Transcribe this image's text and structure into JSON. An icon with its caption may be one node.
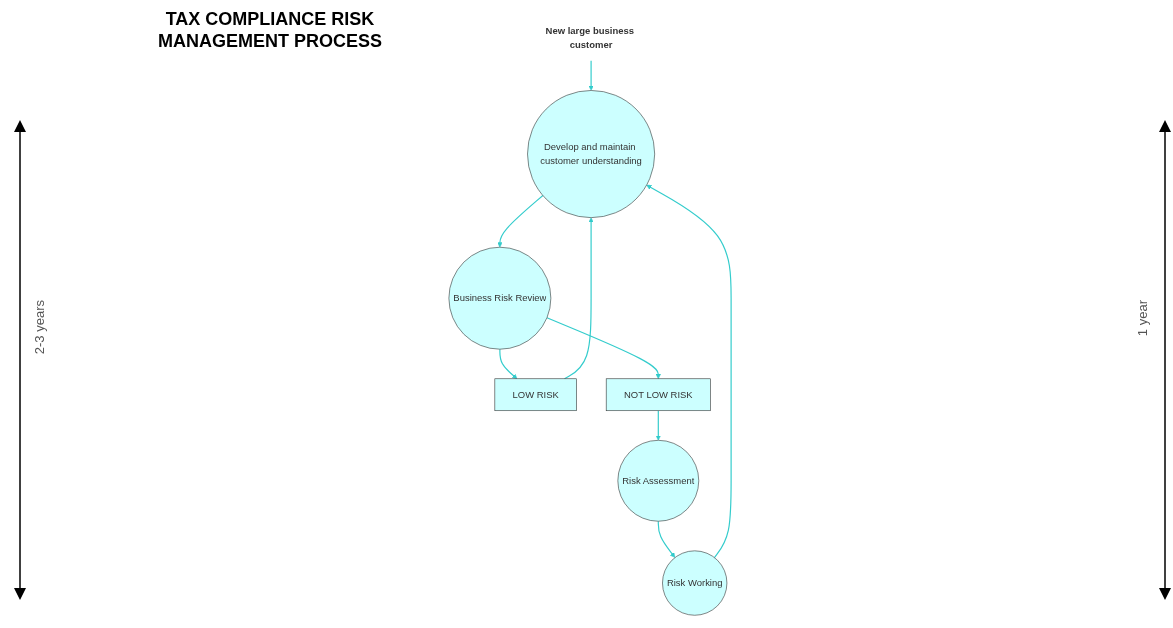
{
  "diagram": {
    "title": "TAX COMPLIANCE RISK MANAGEMENT PROCESS",
    "nodes": [
      {
        "text": [
          "New large business customer"
        ]
      },
      {
        "text": [
          "Develop and maintain customer understanding"
        ]
      },
      {
        "text": [
          "Risk Working"
        ]
      },
      {
        "text": [
          "Business Risk Review"
        ]
      },
      {
        "text": [
          "Risk Assessment"
        ]
      },
      {
        "text": [
          "LOW RISK"
        ]
      },
      {
        "text": [
          "NOT LOW RISK"
        ]
      }
    ],
    "edges": [
      {
        "from": 0,
        "to": 1,
        "arrow": "to"
      },
      {
        "from": 2,
        "to": 1,
        "arrow": "to"
      },
      {
        "from": 1,
        "to": 3,
        "arrow": "to"
      },
      {
        "from": 3,
        "to": 5,
        "arrow": "to"
      },
      {
        "from": 3,
        "to": 6,
        "arrow": "to"
      },
      {
        "from": 6,
        "to": 4,
        "arrow": "to"
      },
      {
        "from": 4,
        "to": 2,
        "arrow": "to"
      },
      {
        "from": 5,
        "to": 1,
        "arrow": "to"
      }
    ],
    "labels": [
      "2-3 years",
      "1 year"
    ]
  }
}
